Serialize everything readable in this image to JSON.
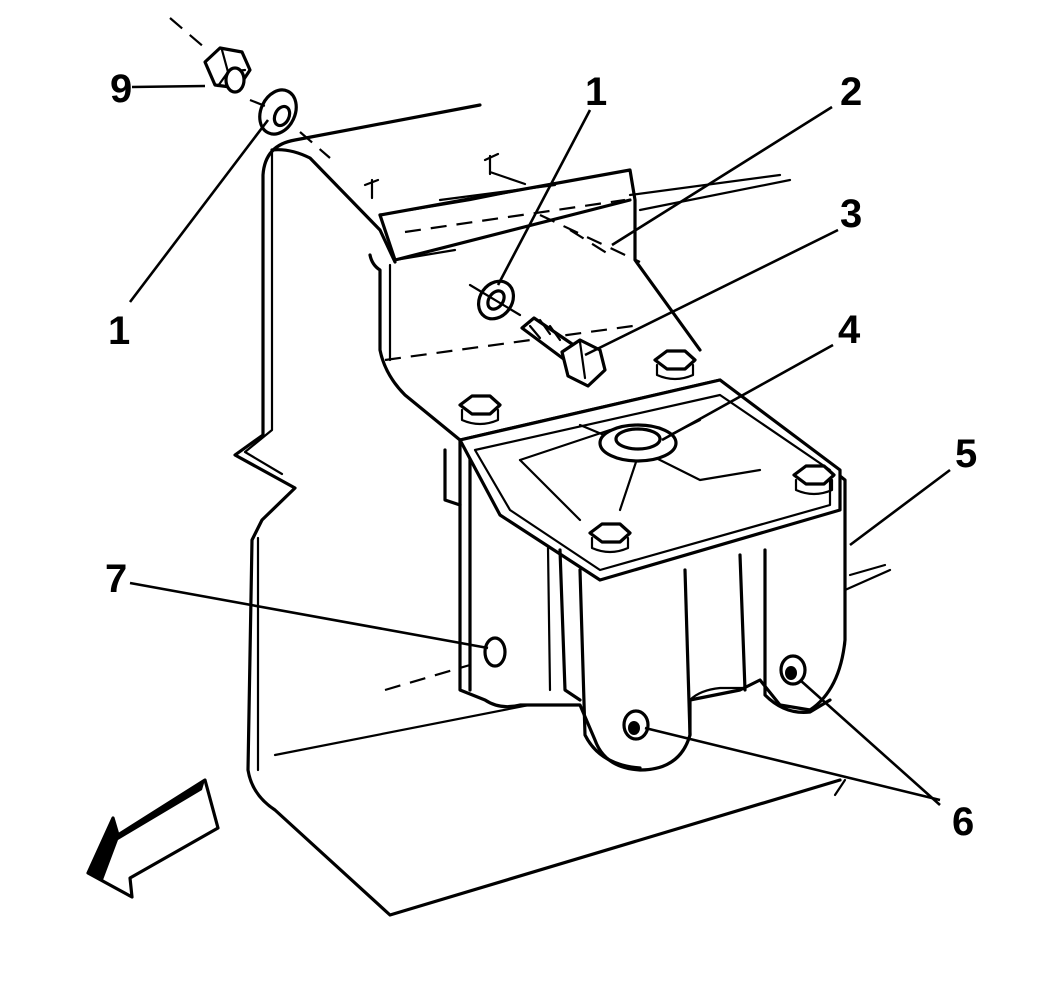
{
  "callouts": {
    "c1_top": "1",
    "c1_left": "1",
    "c2": "2",
    "c3": "3",
    "c4": "4",
    "c5": "5",
    "c6": "6",
    "c7": "7",
    "c9": "9"
  },
  "icons": {
    "direction_arrow": "front-direction-arrow-icon"
  }
}
